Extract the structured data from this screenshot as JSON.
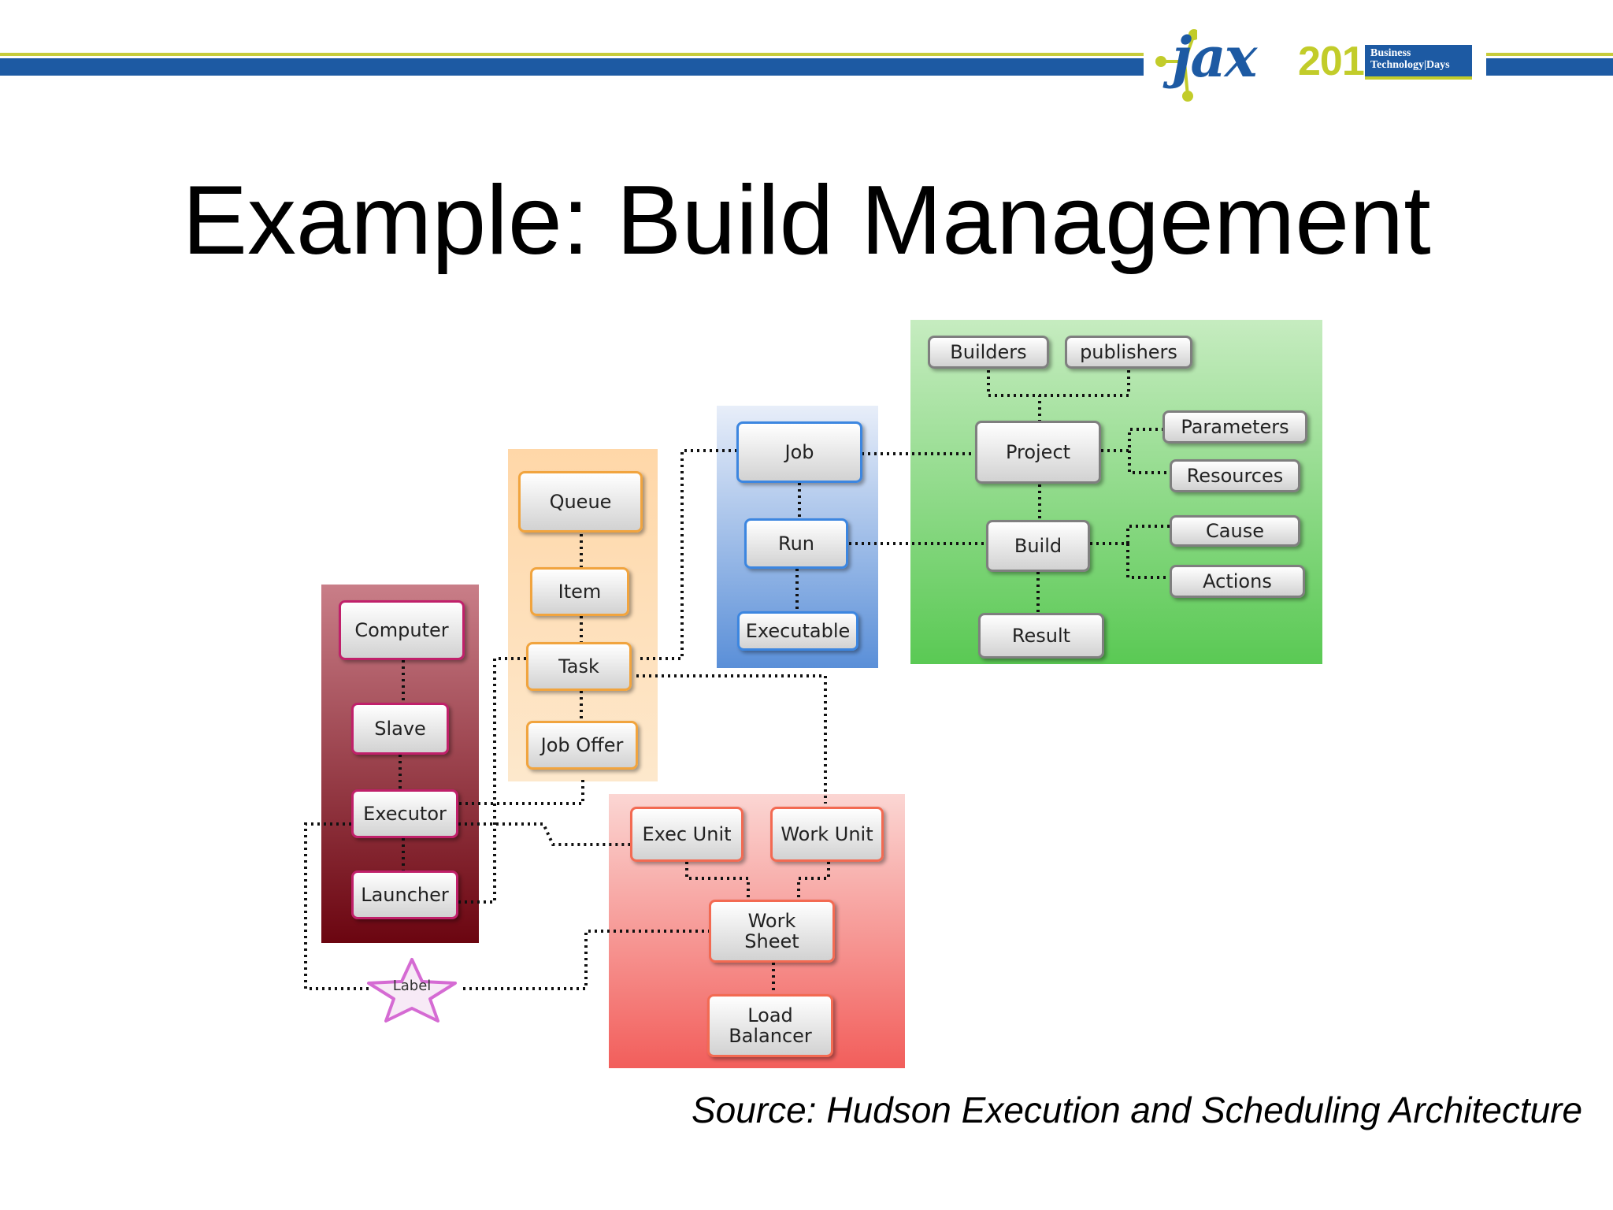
{
  "header": {
    "logo_name": "jax",
    "logo_year": "2012",
    "badge_line1": "Business",
    "badge_line2": "Technology|Days",
    "colors": {
      "band": "#1d5aa3",
      "accent": "#c2cc2a"
    }
  },
  "title": "Example: Build Management",
  "diagram": {
    "nodes": {
      "builders": "Builders",
      "publishers": "publishers",
      "parameters": "Parameters",
      "resources": "Resources",
      "project": "Project",
      "build": "Build",
      "cause": "Cause",
      "actions": "Actions",
      "result": "Result",
      "job": "Job",
      "run": "Run",
      "executable": "Executable",
      "queue": "Queue",
      "item": "Item",
      "task": "Task",
      "job_offer": "Job Offer",
      "computer": "Computer",
      "slave": "Slave",
      "executor": "Executor",
      "launcher": "Launcher",
      "exec_unit": "Exec Unit",
      "work_unit": "Work Unit",
      "work_sheet": "Work Sheet",
      "load_balancer": "Load Balancer",
      "label": "Label"
    },
    "group_colors": {
      "queue": "#fde3c2",
      "job": "#7aa6e4",
      "project": "#7ad474",
      "computer": "#8a1f2b",
      "exec": "#f57b76"
    }
  },
  "source": "Source: Hudson Execution and Scheduling Architecture"
}
